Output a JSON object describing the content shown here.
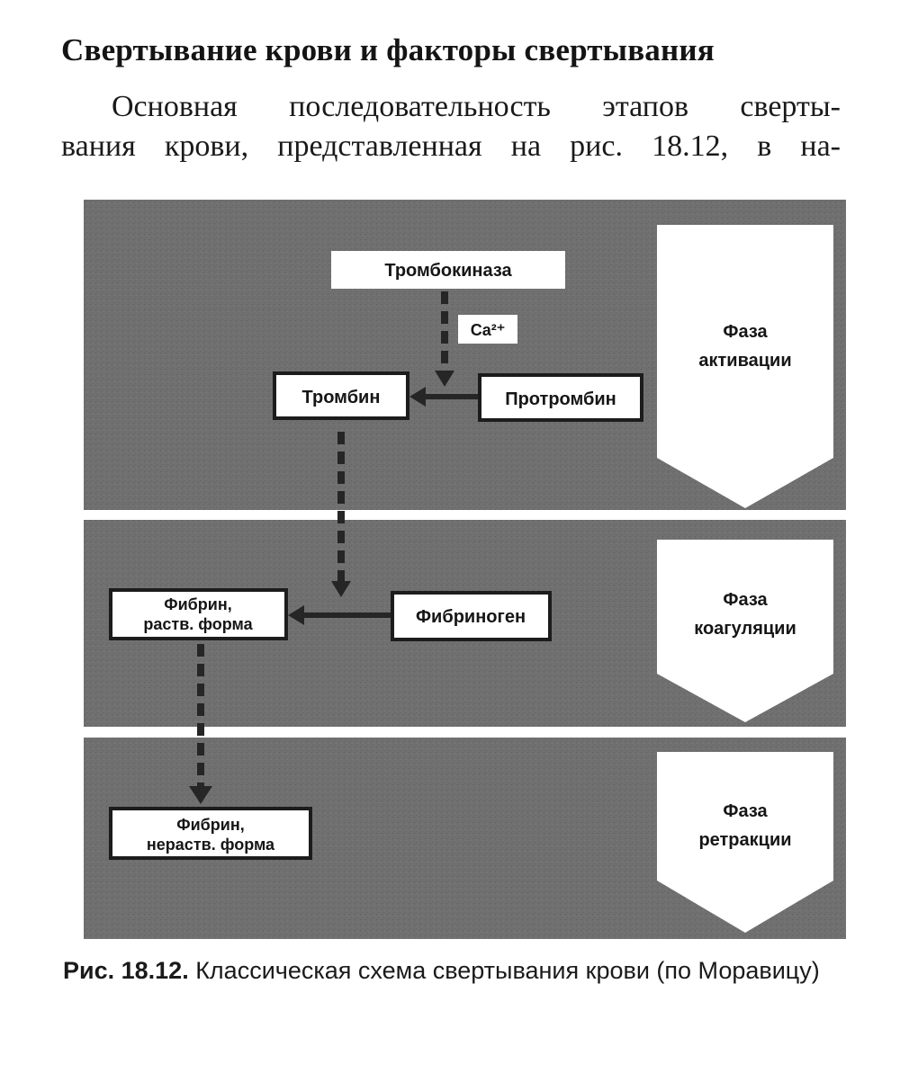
{
  "heading": "Свертывание крови и факторы свертывания",
  "paragraph": {
    "line1": "Основная последовательность этапов сверты-",
    "line2": "вания крови, представленная на рис. 18.12, в на-"
  },
  "diagram": {
    "nodes": {
      "thrombokinase": "Тромбокиназа",
      "calcium": "Ca²⁺",
      "thrombin": "Тромбин",
      "prothrombin": "Протромбин",
      "fibrin_soluble_l1": "Фибрин,",
      "fibrin_soluble_l2": "раств. форма",
      "fibrinogen": "Фибриноген",
      "fibrin_insoluble_l1": "Фибрин,",
      "fibrin_insoluble_l2": "нераств. форма"
    },
    "phases": {
      "activation": {
        "l1": "Фаза",
        "l2": "активации"
      },
      "coagulation": {
        "l1": "Фаза",
        "l2": "коагуляции"
      },
      "retraction": {
        "l1": "Фаза",
        "l2": "ретракции"
      }
    },
    "colors": {
      "band": "#6f6f6f",
      "box": "#ffffff",
      "arrow": "#262626"
    }
  },
  "caption": {
    "number": "Рис. 18.12.",
    "text": " Классическая схема свертывания крови (по Моравицу)"
  }
}
